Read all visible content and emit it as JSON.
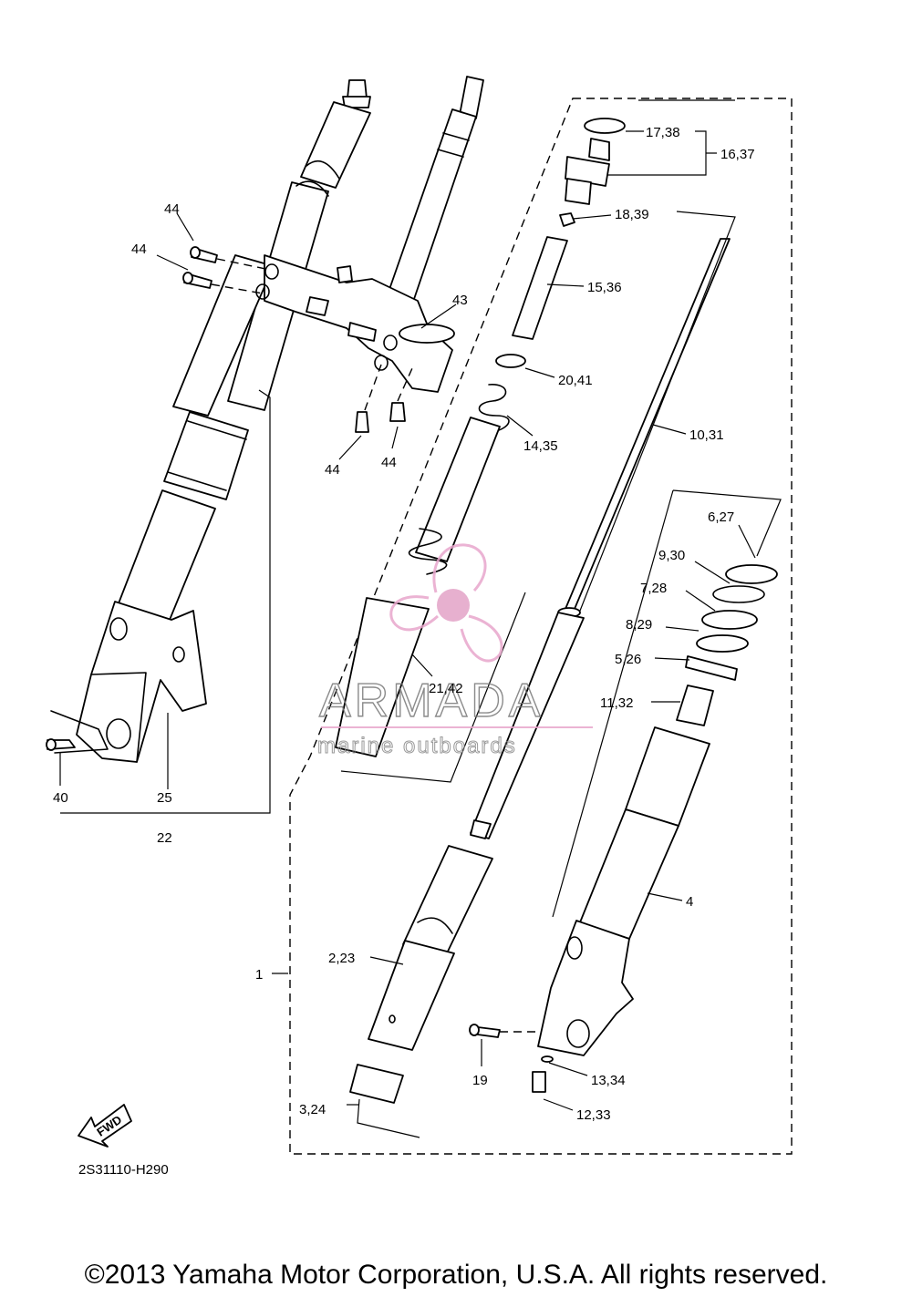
{
  "diagram": {
    "labels": [
      {
        "id": "lbl-17-38",
        "text": "17,38"
      },
      {
        "id": "lbl-16-37",
        "text": "16,37"
      },
      {
        "id": "lbl-18-39",
        "text": "18,39"
      },
      {
        "id": "lbl-15-36",
        "text": "15,36"
      },
      {
        "id": "lbl-43",
        "text": "43"
      },
      {
        "id": "lbl-44a",
        "text": "44"
      },
      {
        "id": "lbl-44b",
        "text": "44"
      },
      {
        "id": "lbl-44c",
        "text": "44"
      },
      {
        "id": "lbl-44d",
        "text": "44"
      },
      {
        "id": "lbl-20-41",
        "text": "20,41"
      },
      {
        "id": "lbl-14-35",
        "text": "14,35"
      },
      {
        "id": "lbl-10-31",
        "text": "10,31"
      },
      {
        "id": "lbl-6-27",
        "text": "6,27"
      },
      {
        "id": "lbl-9-30",
        "text": "9,30"
      },
      {
        "id": "lbl-7-28",
        "text": "7,28"
      },
      {
        "id": "lbl-8-29",
        "text": "8,29"
      },
      {
        "id": "lbl-5-26",
        "text": "5,26"
      },
      {
        "id": "lbl-11-32",
        "text": "11,32"
      },
      {
        "id": "lbl-21-42",
        "text": "21,42"
      },
      {
        "id": "lbl-40",
        "text": "40"
      },
      {
        "id": "lbl-25",
        "text": "25"
      },
      {
        "id": "lbl-22",
        "text": "22"
      },
      {
        "id": "lbl-4",
        "text": "4"
      },
      {
        "id": "lbl-2-23",
        "text": "2,23"
      },
      {
        "id": "lbl-1",
        "text": "1"
      },
      {
        "id": "lbl-19",
        "text": "19"
      },
      {
        "id": "lbl-13-34",
        "text": "13,34"
      },
      {
        "id": "lbl-12-33",
        "text": "12,33"
      },
      {
        "id": "lbl-3-24",
        "text": "3,24"
      }
    ],
    "drawing_code": "2S31110-H290",
    "fwd_label": "FWD",
    "copyright": "©2013 Yamaha Motor Corporation, U.S.A. All rights reserved."
  },
  "watermark": {
    "brand": "ARMADA",
    "tagline": "marine outboards",
    "logo_color": "#e8a6cc",
    "logo_fill": "#e3a3c7"
  }
}
